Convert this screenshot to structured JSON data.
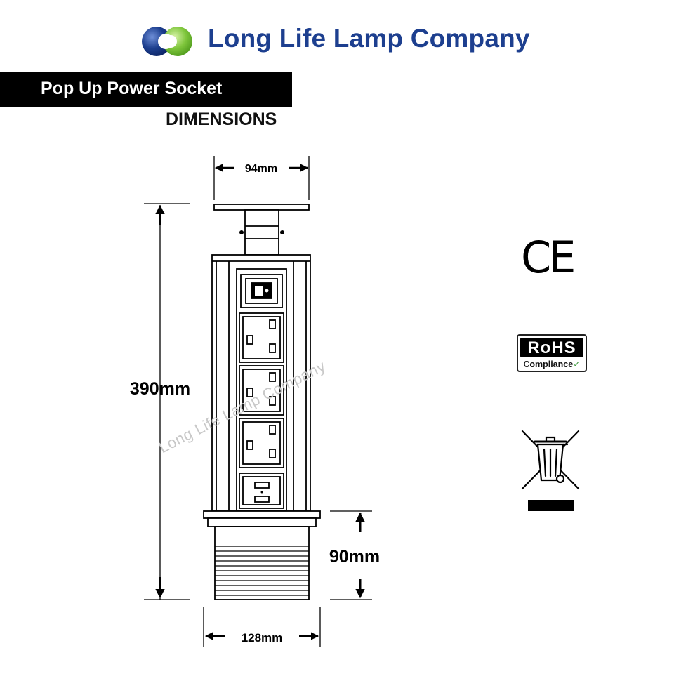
{
  "brand": {
    "name": "Long Life Lamp Company",
    "logo_colors": [
      "#1d3f8f",
      "#7fc63c"
    ]
  },
  "title": "Pop Up Power Socket",
  "subtitle": "DIMENSIONS",
  "dimensions": {
    "top_width": "94mm",
    "total_height": "390mm",
    "base_height": "90mm",
    "base_width": "128mm"
  },
  "product": {
    "panels": [
      "switch",
      "uk-socket",
      "uk-socket",
      "uk-socket",
      "usb-ports"
    ],
    "socket_count": 3,
    "usb_port_count": 2
  },
  "watermark": "Long Life Lamp Company",
  "certifications": {
    "ce": "CE",
    "rohs_title": "RoHS",
    "rohs_sub": "Compliance",
    "weee": "crossed-out-wheelie-bin-icon"
  }
}
